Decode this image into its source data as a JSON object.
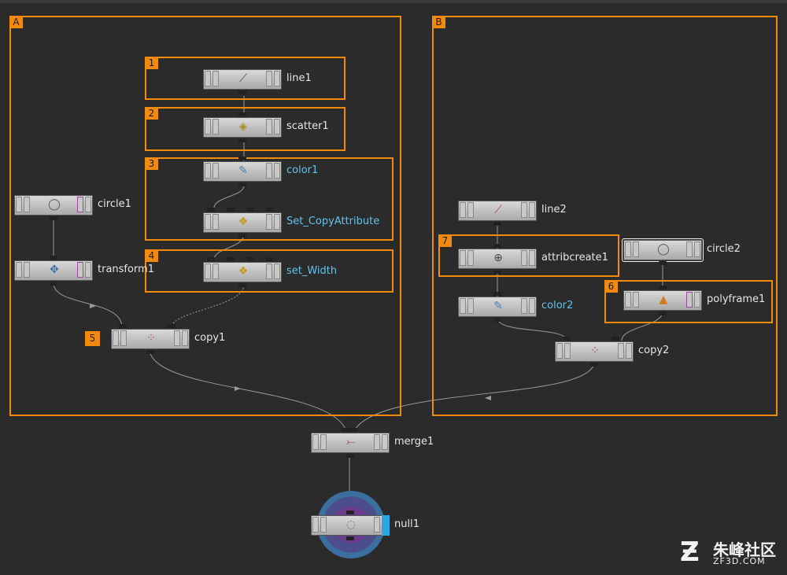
{
  "frames": {
    "A": "A",
    "B": "B",
    "f1": "1",
    "f2": "2",
    "f3": "3",
    "f4": "4",
    "f5": "5",
    "f6": "6",
    "f7": "7"
  },
  "nodes": {
    "line1": {
      "label": "line1",
      "icon": "line-icon"
    },
    "scatter1": {
      "label": "scatter1",
      "icon": "scatter-icon"
    },
    "color1": {
      "label": "color1",
      "icon": "color-icon"
    },
    "set_copyattribute": {
      "label": "Set_CopyAttribute",
      "icon": "wrangle-icon"
    },
    "set_width": {
      "label": "set_Width",
      "icon": "wrangle-icon"
    },
    "circle1": {
      "label": "circle1",
      "icon": "circle-icon"
    },
    "transform1": {
      "label": "transform1",
      "icon": "transform-icon"
    },
    "copy1": {
      "label": "copy1",
      "icon": "copy-icon"
    },
    "line2": {
      "label": "line2",
      "icon": "line-icon"
    },
    "attribcreate1": {
      "label": "attribcreate1",
      "icon": "attribcreate-icon"
    },
    "color2": {
      "label": "color2",
      "icon": "color-icon"
    },
    "circle2": {
      "label": "circle2",
      "icon": "circle-icon"
    },
    "polyframe1": {
      "label": "polyframe1",
      "icon": "polyframe-icon"
    },
    "copy2": {
      "label": "copy2",
      "icon": "copy-icon"
    },
    "merge1": {
      "label": "merge1",
      "icon": "merge-icon"
    },
    "null1": {
      "label": "null1",
      "icon": "null-icon"
    }
  },
  "colors": {
    "frame": "#f28a0f",
    "wire": "#9a9a9a",
    "blue_label": "#63c2ea",
    "null_flag": "#2aa6e0"
  },
  "watermark": {
    "title": "朱峰社区",
    "sub": "ZF3D.COM"
  }
}
